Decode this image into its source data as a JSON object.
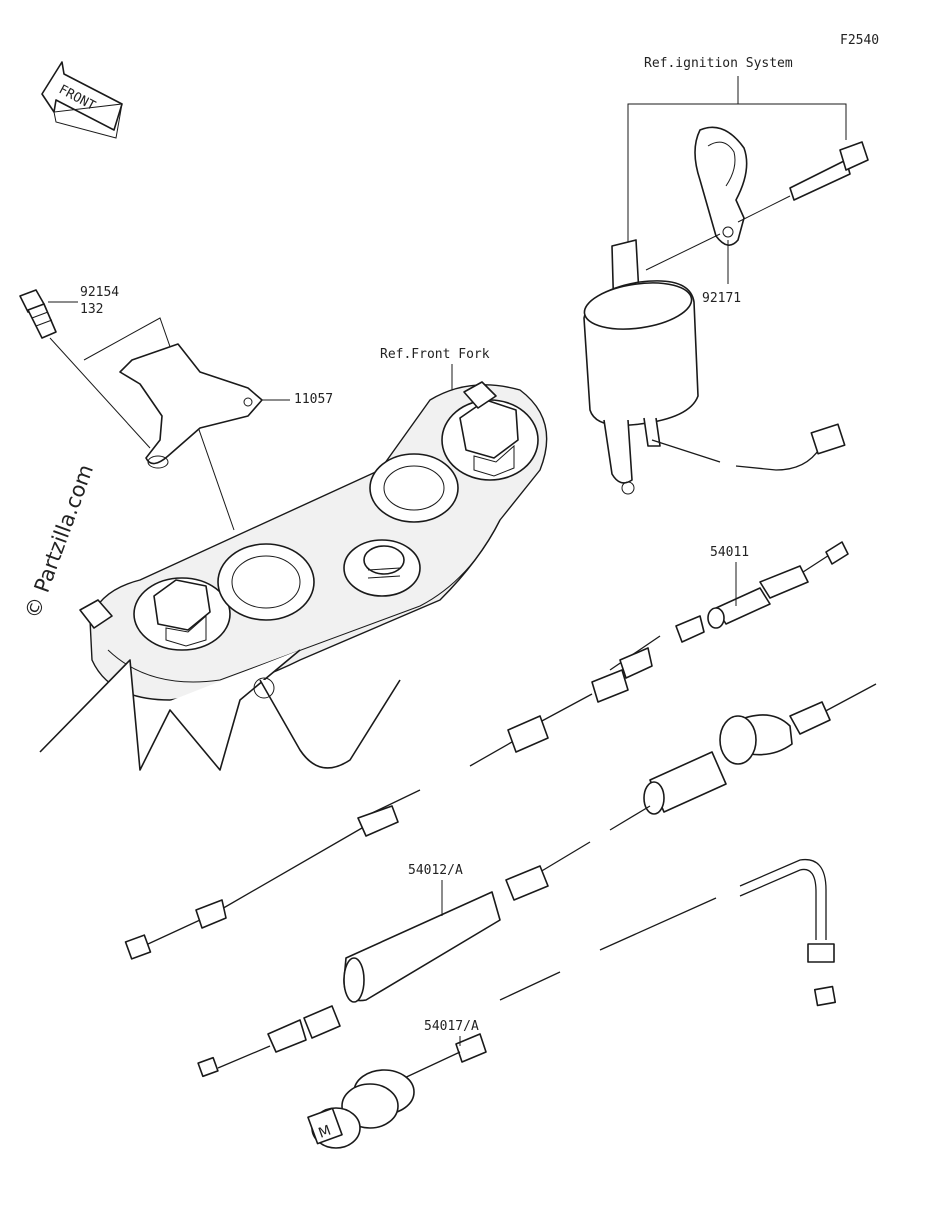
{
  "diagram_code": "F2540",
  "front_label": "FRONT",
  "watermark": "© Partzilla.com",
  "references": {
    "ignition": "Ref.ignition System",
    "front_fork": "Ref.Front Fork"
  },
  "callouts": {
    "bolt_92154": "92154",
    "bolt_qty": "132",
    "bracket": "11057",
    "clamp": "92171",
    "clutch_cable": "54011",
    "throttle_cable": "54012/A",
    "choke_cable": "54017/A"
  }
}
